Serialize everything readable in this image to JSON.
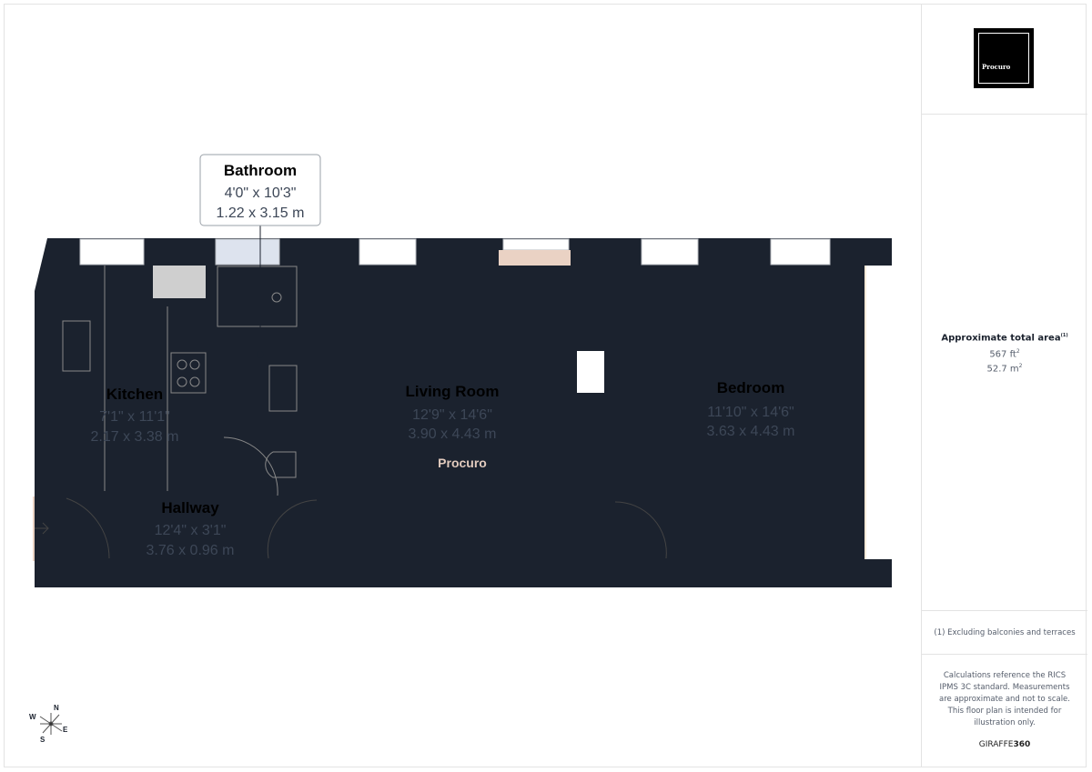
{
  "brand": {
    "logo_text": "Procuro",
    "watermark": "Procuro"
  },
  "rooms": {
    "bathroom": {
      "name": "Bathroom",
      "imperial": "4'0\" x 10'3\"",
      "metric": "1.22 x 3.15 m"
    },
    "kitchen": {
      "name": "Kitchen",
      "imperial": "7'1\" x 11'1\"",
      "metric": "2.17 x 3.38 m"
    },
    "hallway": {
      "name": "Hallway",
      "imperial": "12'4\" x 3'1\"",
      "metric": "3.76 x 0.96 m"
    },
    "living": {
      "name": "Living Room",
      "imperial": "12'9\" x 14'6\"",
      "metric": "3.90 x 4.43 m"
    },
    "bedroom": {
      "name": "Bedroom",
      "imperial": "11'10\" x 14'6\"",
      "metric": "3.63 x 4.43 m"
    }
  },
  "compass": {
    "n": "N",
    "s": "S",
    "e": "E",
    "w": "W"
  },
  "sidebar": {
    "area_title": "Approximate total area",
    "area_note_marker": "(1)",
    "area_ft": "567 ft",
    "area_m": "52.7 m",
    "footnote": "(1) Excluding balconies and terraces",
    "disclaimer": "Calculations reference the RICS IPMS 3C standard. Measurements are approximate and not to scale. This floor plan is intended for illustration only.",
    "brand_a": "GIRAFFE",
    "brand_b": "360"
  },
  "colors": {
    "wall": "#1b222e",
    "kitchen": "#f0e6d2",
    "bathroom": "#dde3ee",
    "living": "#ead2c4",
    "bedroom": "#fdebd9"
  }
}
